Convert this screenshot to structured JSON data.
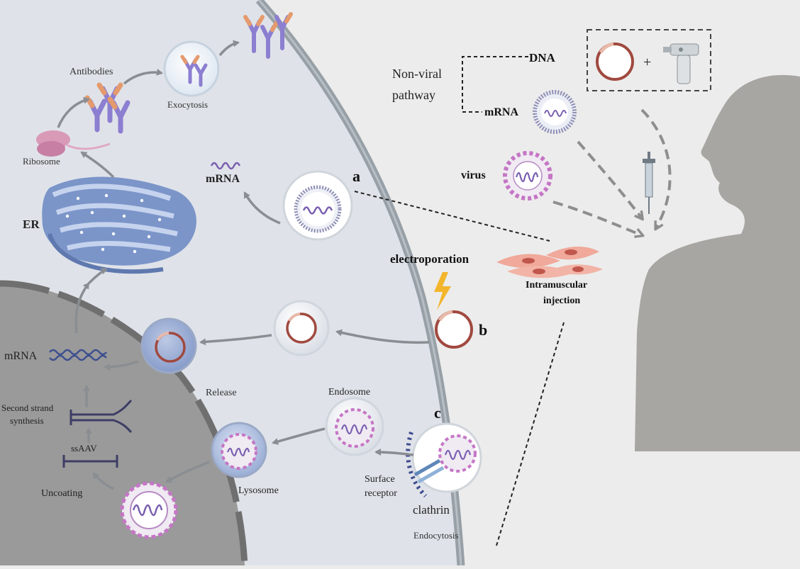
{
  "labels": {
    "antibodies": "Antibodies",
    "exocytosis": "Exocytosis",
    "ribosome": "Ribosome",
    "er": "ER",
    "mrna_cytoplasm": "mRNA",
    "mrna_nucleus": "mRNA",
    "second_strand": [
      "Second strand",
      "synthesis"
    ],
    "ssaav": "ssAAV",
    "uncoating": "Uncoating",
    "release": "Release",
    "lysosome": "Lysosome",
    "endosome": "Endosome",
    "surface_receptor": [
      "Surface",
      "receptor"
    ],
    "clathrin": "clathrin",
    "endocytosis": "Endocytosis",
    "route_a": "a",
    "route_b": "b",
    "route_c": "c",
    "electroporation": "electroporation",
    "intramuscular_injection": [
      "Intramuscular",
      "injection"
    ],
    "non_viral_pathway": [
      "Non-viral",
      "pathway"
    ],
    "dna": "DNA",
    "mrna_vector": "mRNA",
    "virus": "virus",
    "plus": "+"
  },
  "colors": {
    "background": "#ececec",
    "cytoplasm": "#dfe3e9",
    "nucleus": "#9a9a9a",
    "membrane": "#97a0a6",
    "er_blue": "#7b95c9",
    "plasmid_red": "#a0493f",
    "virus_pink": "#c576c5",
    "mrna_purple": "#7a5fb0",
    "antibody_purple": "#8c7ed0",
    "antibody_orange": "#e59a6d",
    "silhouette": "#a8a6a2",
    "arrow_gray": "#8a8e92"
  },
  "icons": [
    "plasmid-icon",
    "jet-injector-icon",
    "syringe-icon",
    "lightning-icon",
    "virus-icon",
    "lipid-nanoparticle-icon",
    "antibody-icon",
    "ribosome-icon",
    "muscle-cell-icon",
    "human-silhouette-icon"
  ]
}
